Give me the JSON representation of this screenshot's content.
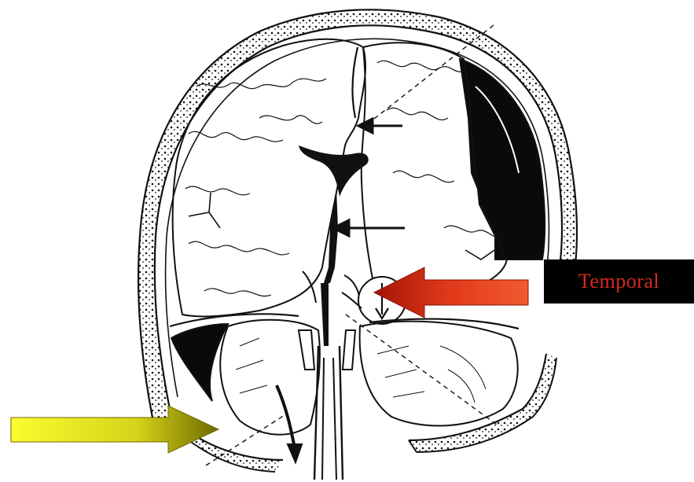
{
  "labels": {
    "temporal": "Temporal"
  },
  "colors": {
    "temporal_text": "#d62a1a",
    "red_arrow_light": "#f14a28",
    "red_arrow_dark": "#b01808",
    "yellow_arrow_light": "#fbfb2a",
    "yellow_arrow_dark": "#7a7400",
    "ink": "#111111"
  },
  "icons": {
    "temporal_arrow": "large-red-left-arrow",
    "yellow_arrow": "large-yellow-right-arrow"
  }
}
